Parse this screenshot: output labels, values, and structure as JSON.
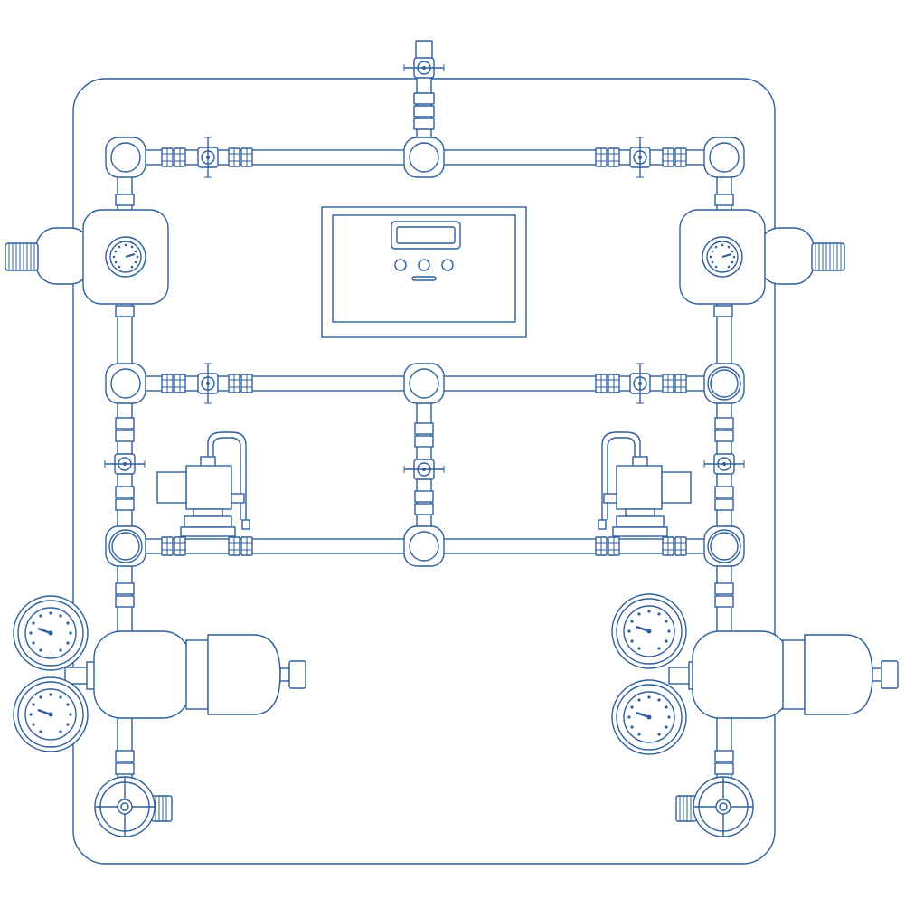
{
  "diagram": {
    "kind": "gas manifold panel line drawing",
    "line_color": "#2f5f9b",
    "background_color": "#ffffff",
    "components": [
      "backing-panel",
      "controller-box",
      "controller-display",
      "isolation-ball-valve",
      "tee-junction",
      "elbow-junction",
      "pipe-union-fitting",
      "solenoid-valve",
      "pressure-regulator-dial",
      "pressure-gauge",
      "cylinder-regulator",
      "cylinder-connection-handwheel"
    ]
  }
}
